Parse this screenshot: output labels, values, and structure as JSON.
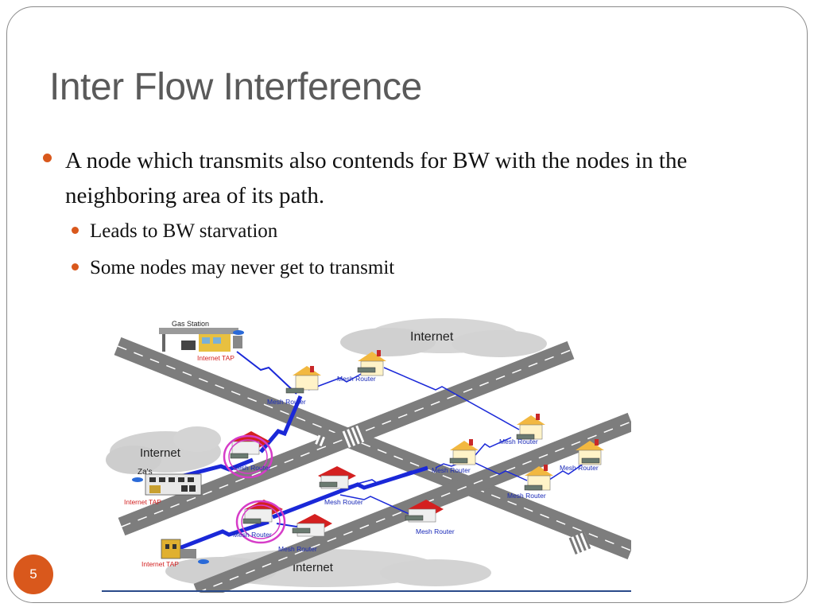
{
  "slide": {
    "title": "Inter Flow Interference",
    "number": "5",
    "accent_color": "#d9581c",
    "bullets": [
      {
        "text": "A node which transmits also contends for BW with the nodes in the neighboring area of its path.",
        "sub": [
          "Leads to BW starvation",
          "Some nodes may never get to transmit"
        ]
      }
    ]
  },
  "diagram": {
    "clouds": [
      "Internet",
      "Internet",
      "Internet"
    ],
    "gas_station": "Gas Station",
    "store": "Za's",
    "taps": [
      "Internet TAP",
      "Internet TAP",
      "Internet TAP"
    ],
    "mesh_router": "Mesh Router",
    "link_color": "#1a28d8",
    "highlight_color": "#d63cc8"
  }
}
